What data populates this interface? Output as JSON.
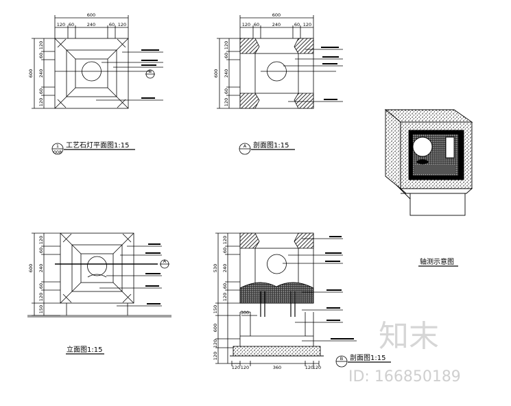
{
  "views": {
    "plan": {
      "top_dims": [
        "600",
        "120",
        "60",
        "240",
        "60",
        "120"
      ],
      "side_dims": [
        "600",
        "120",
        "60",
        "240",
        "60",
        "120"
      ],
      "marker_letter": "B",
      "caption": "工艺石灯平面图1:15",
      "caption_index_top": "1",
      "caption_index_bottom": "008"
    },
    "section_a": {
      "top_dims": [
        "600",
        "120",
        "60",
        "240",
        "60",
        "120"
      ],
      "side_dims": [
        "600",
        "120",
        "60",
        "240",
        "60",
        "120"
      ],
      "marker_letter": "A",
      "caption": "剖面图1:15"
    },
    "axonometric": {
      "caption": "轴测示意图"
    },
    "elevation": {
      "side_dims": [
        "600",
        "120",
        "60",
        "240",
        "60",
        "120",
        "150"
      ],
      "marker_letter": "A",
      "caption": "立面图1:15"
    },
    "section_b": {
      "side_dims": [
        "530",
        "120",
        "60",
        "240",
        "60",
        "120",
        "150",
        "600",
        "120",
        "120"
      ],
      "bottom_dims": [
        "120",
        "120",
        "360",
        "120",
        "120"
      ],
      "mid_dim": "300",
      "marker_letter": "B",
      "caption": "剖面图1:15"
    }
  },
  "watermark": {
    "logo": "知末",
    "id_text": "ID: 166850189"
  }
}
